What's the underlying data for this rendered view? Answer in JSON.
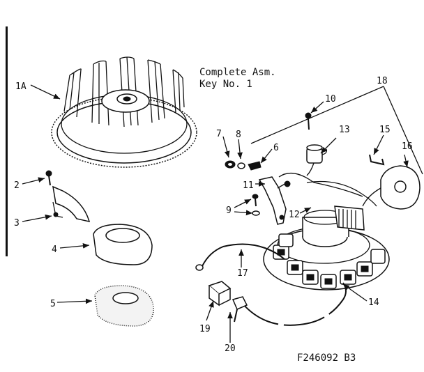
{
  "note": {
    "line1": "Complete Asm.",
    "line2": "Key No. 1"
  },
  "figure_id": "F246092 B3",
  "callouts": [
    {
      "key": "1a",
      "text": "1A"
    },
    {
      "key": "2",
      "text": "2"
    },
    {
      "key": "3",
      "text": "3"
    },
    {
      "key": "4",
      "text": "4"
    },
    {
      "key": "5",
      "text": "5"
    },
    {
      "key": "6",
      "text": "6"
    },
    {
      "key": "7",
      "text": "7"
    },
    {
      "key": "8",
      "text": "8"
    },
    {
      "key": "9",
      "text": "9"
    },
    {
      "key": "10",
      "text": "10"
    },
    {
      "key": "11",
      "text": "11"
    },
    {
      "key": "12",
      "text": "12"
    },
    {
      "key": "13",
      "text": "13"
    },
    {
      "key": "14",
      "text": "14"
    },
    {
      "key": "15",
      "text": "15"
    },
    {
      "key": "16",
      "text": "16"
    },
    {
      "key": "17",
      "text": "17"
    },
    {
      "key": "18",
      "text": "18"
    },
    {
      "key": "19",
      "text": "19"
    },
    {
      "key": "20",
      "text": "20"
    }
  ]
}
